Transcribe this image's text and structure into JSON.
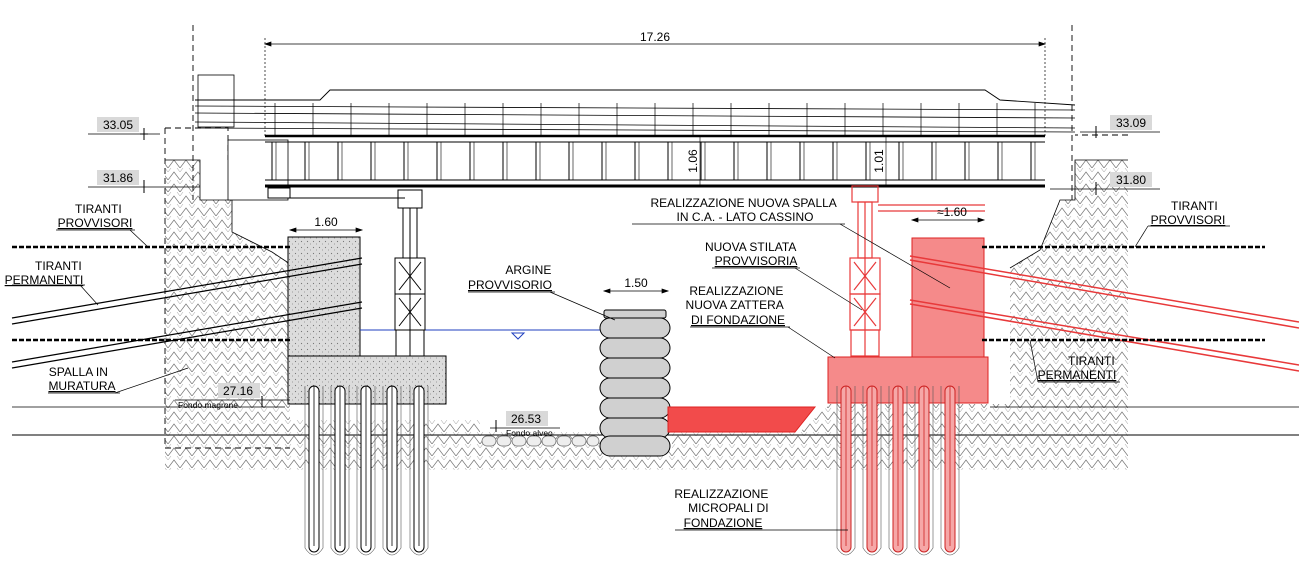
{
  "colors": {
    "new_work": "#e8393a",
    "new_work_fill": "#f58a8a",
    "new_work_light": "#f6a7a7",
    "water": "#1f3fbf",
    "existing_fill": "#d9d9d9",
    "ink": "#000000"
  },
  "dimensions": {
    "span": "17.26",
    "left_seat": "1.60",
    "right_seat": "≈1.60",
    "argine_width": "1.50",
    "deck_depth_left": "1.06",
    "deck_depth_right": "1.01"
  },
  "levels": {
    "left_top": "33.05",
    "left_bearing": "31.86",
    "right_top": "33.09",
    "right_bearing": "31.80",
    "fondo_magrone": "27.16",
    "fondo_magrone_caption": "Fondo magrone",
    "fondo_alveo": "26.53",
    "fondo_alveo_caption": "Fondo alveo"
  },
  "labels": {
    "tiranti_provvisori_left": [
      "TIRANTI",
      "PROVVISORI"
    ],
    "tiranti_permanenti_left": [
      "TIRANTI",
      "PERMANENTI"
    ],
    "spalla_muratura": [
      "SPALLA IN",
      "MURATURA"
    ],
    "argine": [
      "ARGINE",
      "PROVVISORIO"
    ],
    "nuova_spalla": [
      "REALIZZAZIONE NUOVA SPALLA",
      "IN C.A. - LATO CASSINO"
    ],
    "nuova_stilata": [
      "NUOVA STILATA",
      "PROVVISORIA"
    ],
    "nuova_zattera": [
      "REALIZZAZIONE",
      "NUOVA ZATTERA",
      "DI FONDAZIONE"
    ],
    "tiranti_provvisori_right": [
      "TIRANTI",
      "PROVVISORI"
    ],
    "tiranti_permanenti_right": [
      "TIRANTI",
      "PERMANENTI"
    ],
    "micropali": [
      "REALIZZAZIONE",
      "MICROPALI DI",
      "FONDAZIONE"
    ]
  }
}
